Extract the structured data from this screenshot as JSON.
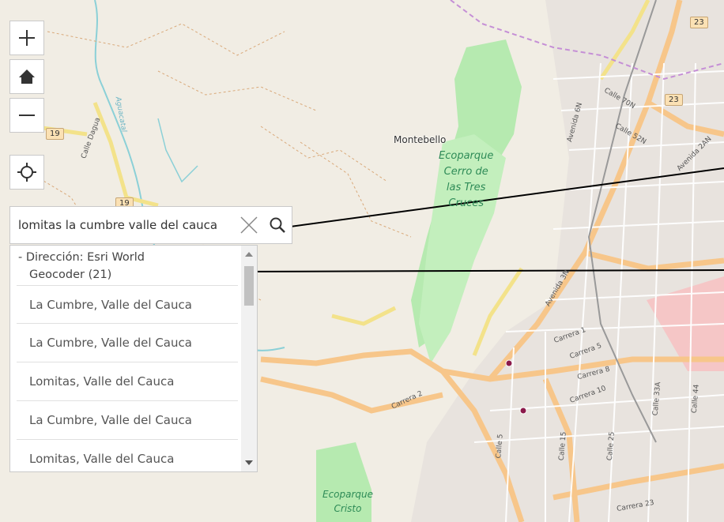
{
  "map": {
    "place_labels": {
      "montebello": "Montebello"
    },
    "park_labels": {
      "ecoparque_line1": "Ecoparque",
      "ecoparque_line2": "Cerro de",
      "ecoparque_line3": "las Tres",
      "ecoparque_line4": "Cruces",
      "cristo_line1": "Ecoparque",
      "cristo_line2": "Cristo"
    },
    "road_labels": {
      "aguacatal": "Aguacatal",
      "calle_dagua": "Calle Dagua",
      "carrera_2": "Carrera 2",
      "carrera_1": "Carrera 1",
      "carrera_5": "Carrera 5",
      "carrera_8": "Carrera 8",
      "carrera_10": "Carrera 10",
      "carrera_23": "Carrera 23",
      "calle_70n": "Calle 70N",
      "calle_52n": "Calle 52N",
      "avenida_3n": "Avenida 3N",
      "avenida_6n": "Avenida 6N",
      "avenida_2an": "Avenida 2AN",
      "calle_25": "Calle 25",
      "calle_33a": "Calle 33A",
      "calle_44": "Calle 44",
      "calle_15": "Calle 15",
      "calle_5": "Calle 5"
    },
    "shields": {
      "r23_top": "23",
      "r23_mid": "23",
      "r19_left": "19",
      "r19_bottom": "19"
    },
    "colors": {
      "park": "#b6eab0",
      "road_major": "#f7c68a",
      "road_minor": "#ffffff",
      "water": "#8bd0d7",
      "urban": "#e8e3de"
    }
  },
  "controls": {
    "zoom_in_icon": "plus-icon",
    "home_icon": "home-icon",
    "zoom_out_icon": "minus-icon",
    "locate_icon": "locate-icon"
  },
  "search": {
    "value": "lomitas la cumbre valle del cauca",
    "clear_icon": "close-icon",
    "search_icon": "search-icon"
  },
  "results": {
    "group_label_line1": "-  Dirección: Esri World",
    "group_label_line2": "Geocoder (21)",
    "items": [
      "La Cumbre, Valle del Cauca",
      "La Cumbre, Valle del Cauca",
      "Lomitas, Valle del Cauca",
      "La Cumbre, Valle del Cauca",
      "Lomitas, Valle del Cauca"
    ]
  }
}
